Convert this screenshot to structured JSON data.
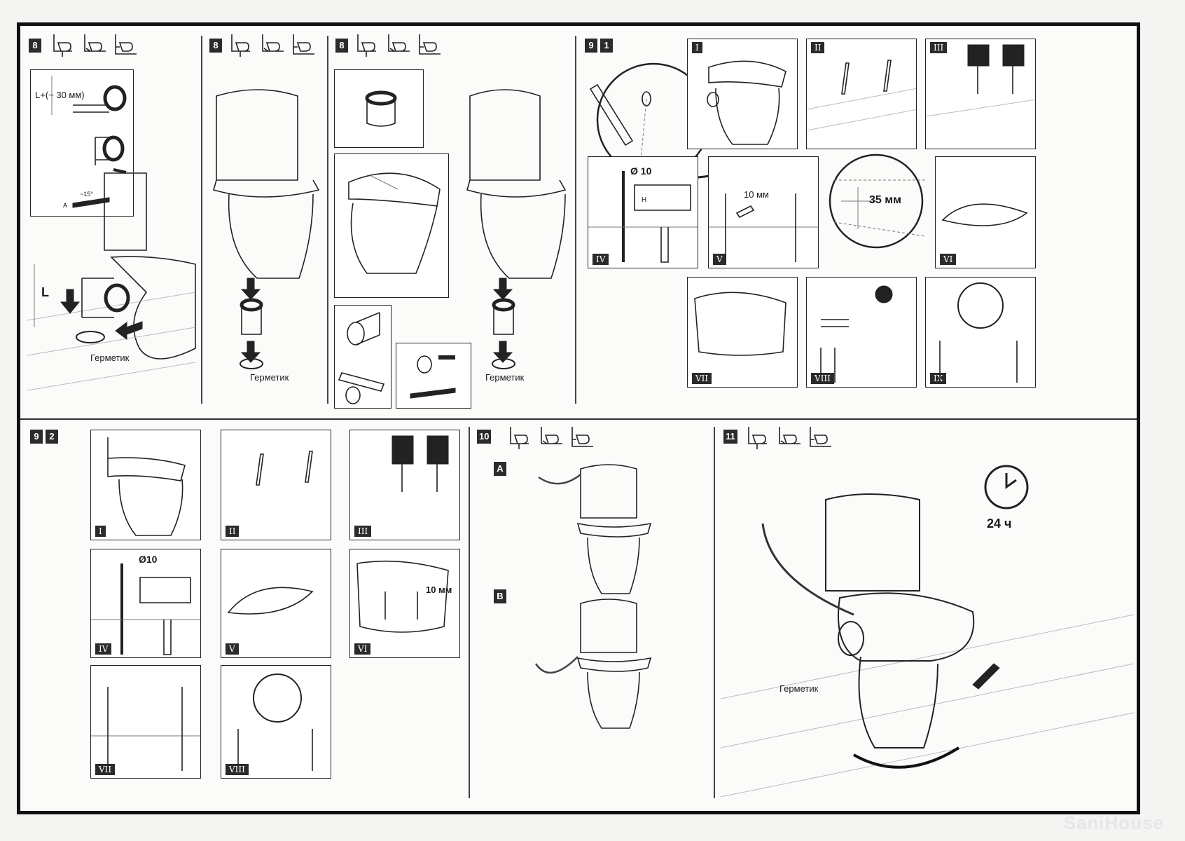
{
  "sections": {
    "s8a": {
      "badge": "8"
    },
    "s8b": {
      "badge": "8"
    },
    "s8c": {
      "badge": "8"
    },
    "s91": {
      "badges": [
        "9",
        "1"
      ]
    },
    "s92": {
      "badges": [
        "9",
        "2"
      ]
    },
    "s10": {
      "badge": "10",
      "options": [
        "A",
        "B"
      ]
    },
    "s11": {
      "badge": "11"
    }
  },
  "labels": {
    "l_offset": "L+(~ 30 мм)",
    "l_letter": "L",
    "l_small": "L",
    "a_letter": "A",
    "angle": "~15°",
    "sealant": "Герметик",
    "diam10": "Ø 10",
    "diam10b": "Ø10",
    "wrench10": "10 мм",
    "wrench10b": "10 мм",
    "dist35": "35 мм",
    "h": "H",
    "time": "24 ч"
  },
  "roman": {
    "s91": [
      "I",
      "II",
      "III",
      "IV",
      "V",
      "VI",
      "VII",
      "VIII",
      "IX"
    ],
    "s92": [
      "I",
      "II",
      "III",
      "IV",
      "V",
      "VI",
      "VII",
      "VIII"
    ]
  },
  "watermark": "SaniHouse",
  "icons": [
    "toilet-floor-outlet-icon",
    "toilet-angled-outlet-icon",
    "toilet-wall-outlet-icon"
  ]
}
